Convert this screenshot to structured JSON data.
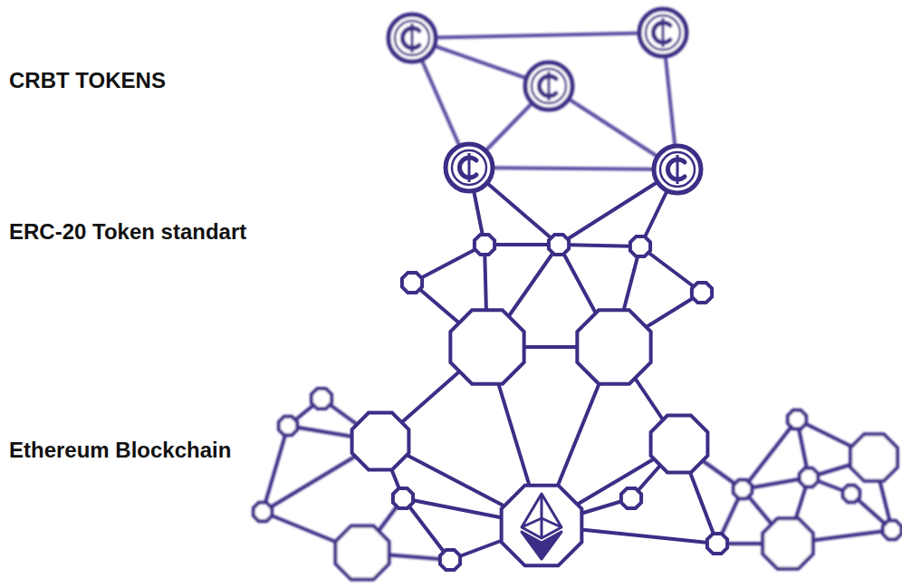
{
  "diagram": {
    "labels": [
      "CRBT TOKENS",
      "ERC-20 Token standart",
      "Ethereum Blockchain"
    ]
  }
}
